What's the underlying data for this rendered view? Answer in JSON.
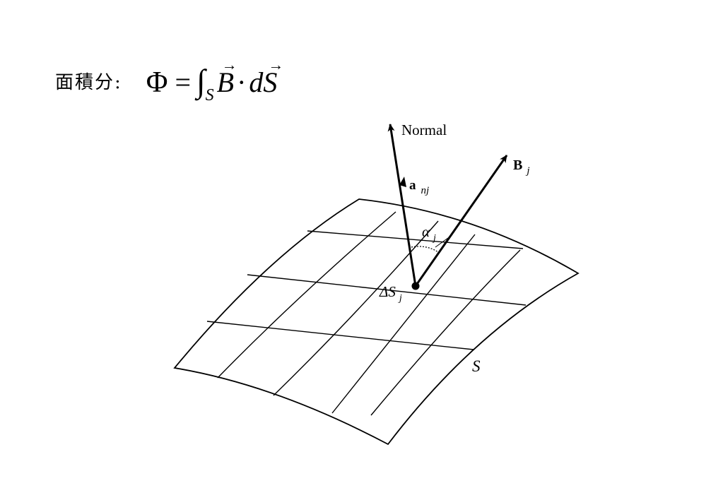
{
  "heading": {
    "label": "面積分:",
    "phi": "Φ",
    "equals": "=",
    "integral": "∫",
    "integral_subscript": "S",
    "vec_b": "B",
    "dot": "·",
    "d": "d",
    "vec_s": "S",
    "vector_arrow": "→"
  },
  "diagram": {
    "normal_label": "Normal",
    "unit_normal_base": "a",
    "unit_normal_sub": "nj",
    "field_base": "B",
    "field_sub": "j",
    "angle_base": "α",
    "angle_sub": "j",
    "patch_base": "ΔS",
    "patch_sub": "j",
    "surface_label": "S"
  },
  "colors": {
    "ink": "#000000",
    "background": "#ffffff"
  }
}
